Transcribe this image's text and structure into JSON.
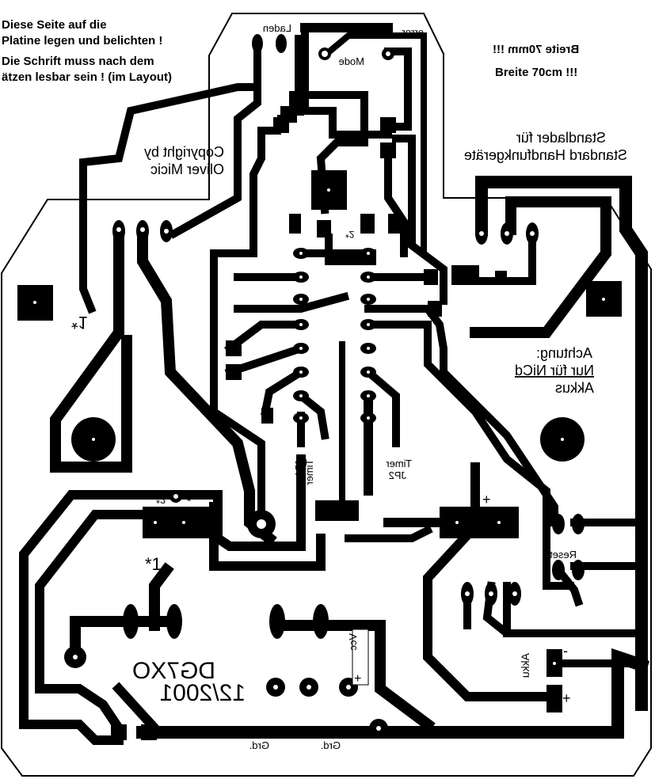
{
  "instructions": {
    "line1": "Diese Seite auf die",
    "line2": "Platine legen und belichten !",
    "line3": "Die Schrift muss nach dem",
    "line4": "ätzen lesbar sein ! (im Layout)"
  },
  "width_notes": {
    "mirrored": "Breite 70mm !!!",
    "normal": "Breite 70cm !!!"
  },
  "board_labels": {
    "laden": "Laden",
    "error": "error",
    "mode": "Mode",
    "copyright_1": "Copyright by",
    "copyright_2": "Oliver Micic",
    "title_1": "Standlader für",
    "title_2": "Standard Handfunkgeräte",
    "warning_1": "Achtung:",
    "warning_2": "Nur für NiCd",
    "warning_3": "Akkus",
    "mark1_left": "*1",
    "mark2_top": "*2",
    "timer_jp1_1": "Timer",
    "timer_jp1_2": "JP1",
    "timer_jp2_1": "Timer",
    "timer_jp2_2": "JP2",
    "mark2_bottom": "*2",
    "minus_left": "-",
    "plus_mid": "+",
    "mark1_bottom": "*1",
    "reset": "Reset",
    "vcc": "Vcc",
    "vcc_plus": "+",
    "callsign": "DG7XO",
    "date": "12/2001",
    "akku": "Akku",
    "akku_minus": "-",
    "akku_plus": "+",
    "grd_1": "Grd.",
    "grd_2": "Grd."
  },
  "colors": {
    "copper": "#000000",
    "board": "#ffffff"
  }
}
